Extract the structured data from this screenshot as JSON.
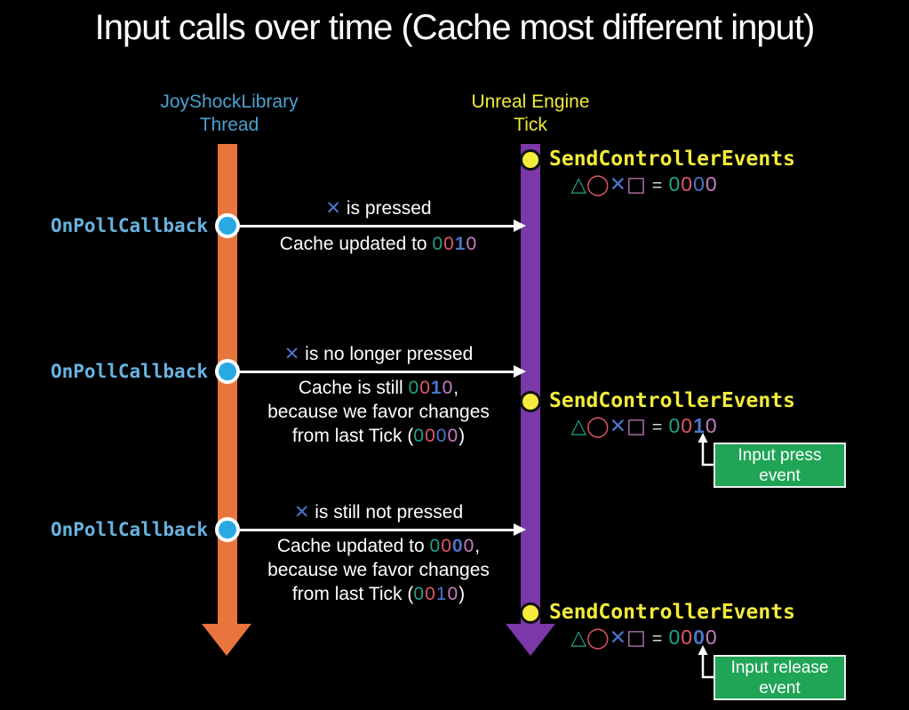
{
  "title": "Input calls over time (Cache most different input)",
  "glyphs": {
    "triangle": "△",
    "circle": "◯",
    "cross": "✕",
    "square": "□",
    "equals": "="
  },
  "colors": {
    "background": "#000000",
    "left_lane": "#E8753B",
    "right_lane": "#7A38A8",
    "left_header_text": "#4BA0CE",
    "left_event_text": "#68B3DF",
    "right_text": "#F2EB3C",
    "poll_dot": "#29A9E1",
    "tick_dot": "#F6EC3D",
    "callout_green": "#1FA555",
    "btn_triangle": "#22A188",
    "btn_circle": "#E15666",
    "btn_cross": "#4B74C9",
    "btn_square": "#C37DC3"
  },
  "left_lane": {
    "header_line1": "JoyShockLibrary",
    "header_line2": "Thread",
    "event_label": "OnPollCallback"
  },
  "right_lane": {
    "header_line1": "Unreal Engine",
    "header_line2": "Tick",
    "event_label": "SendControllerEvents"
  },
  "messages": [
    {
      "above": " is pressed",
      "line1_prefix": "Cache updated to ",
      "cache": [
        "0",
        "0",
        "1",
        "0"
      ],
      "line1_suffix": ""
    },
    {
      "above": " is no longer pressed",
      "line1_prefix": "Cache is still ",
      "cache": [
        "0",
        "0",
        "1",
        "0"
      ],
      "line1_suffix": ",",
      "line2": "because we favor changes",
      "line3_prefix": "from last Tick (",
      "tick": [
        "0",
        "0",
        "0",
        "0"
      ],
      "line3_suffix": ")"
    },
    {
      "above": " is still not pressed",
      "line1_prefix": "Cache updated to ",
      "cache": [
        "0",
        "0",
        "0",
        "0"
      ],
      "line1_suffix": ",",
      "line2": "because we favor changes",
      "line3_prefix": "from last Tick (",
      "tick": [
        "0",
        "0",
        "1",
        "0"
      ],
      "line3_suffix": ")"
    }
  ],
  "ticks": [
    {
      "state": [
        "0",
        "0",
        "0",
        "0"
      ]
    },
    {
      "state": [
        "0",
        "0",
        "1",
        "0"
      ],
      "callout_line1": "Input press",
      "callout_line2": "event"
    },
    {
      "state": [
        "0",
        "0",
        "0",
        "0"
      ],
      "callout_line1": "Input release",
      "callout_line2": "event"
    }
  ]
}
